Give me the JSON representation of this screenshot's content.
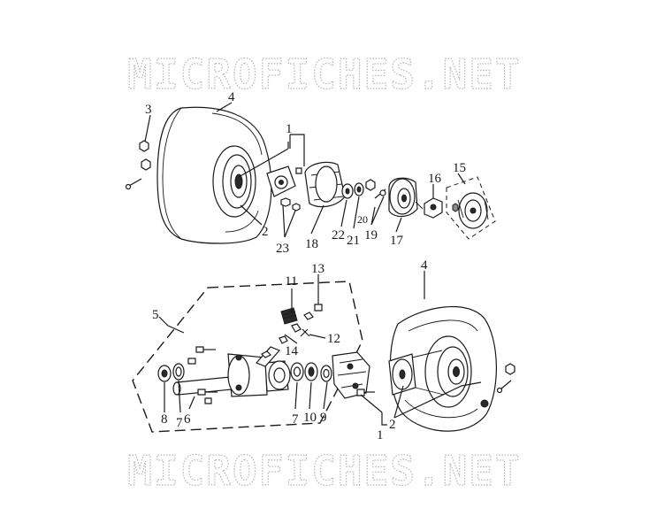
{
  "watermark": {
    "text": "MICROFICHES.NET"
  },
  "callouts": {
    "top": [
      "1",
      "2",
      "3",
      "4",
      "15",
      "16",
      "17",
      "18",
      "19",
      "20",
      "21",
      "22",
      "23"
    ],
    "bottom": [
      "1",
      "2",
      "4",
      "5",
      "6",
      "7",
      "7",
      "8",
      "9",
      "10",
      "11",
      "12",
      "13",
      "14"
    ]
  }
}
